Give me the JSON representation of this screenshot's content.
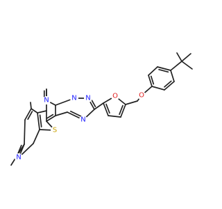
{
  "structure": {
    "atom_labels": {
      "n_pyrimidine": "N",
      "n_triazole_1": "N",
      "n_triazole_2": "N",
      "n_triazole_3": "N",
      "o_furan": "O",
      "o_ether": "O",
      "s_thiophene": "S",
      "n_pyridine": "N"
    },
    "colors": {
      "bond": "#222222",
      "N": "#1a1aff",
      "O": "#e02020",
      "S": "#c8a000"
    }
  }
}
